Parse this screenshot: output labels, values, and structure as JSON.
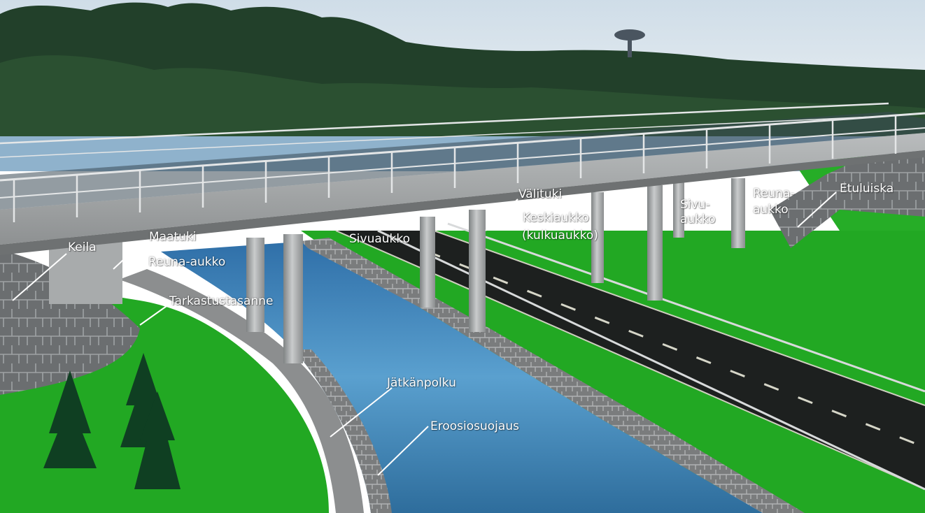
{
  "diagram": {
    "labels": {
      "keila": "Keila",
      "maatuki": "Maatuki",
      "reuna_aukko_left": "Reuna-aukko",
      "tarkastustasanne": "Tarkastustasanne",
      "sivuaukko": "Sivuaukko",
      "valituki": "Välituki",
      "keskiaukko_line1": "Keskiaukko",
      "keskiaukko_line2": "(kulkuaukko)",
      "sivu_aukko_right_line1": "Sivu-",
      "sivu_aukko_right_line2": "aukko",
      "reuna_aukko_right_line1": "Reuna-",
      "reuna_aukko_right_line2": "aukko",
      "etuluiska": "Etuluiska",
      "jatkanpolku": "Jätkänpolku",
      "eroosiosuojaus": "Eroosiosuojaus"
    },
    "colors": {
      "sky": "#dfe8ef",
      "forest": "#213b22",
      "grass": "#1fa51f",
      "water": "#3a7fb4",
      "asphalt": "#1c1f1e",
      "concrete": "#9a9d9e",
      "stone": "#6d7072",
      "label_text": "#ffffff"
    }
  }
}
